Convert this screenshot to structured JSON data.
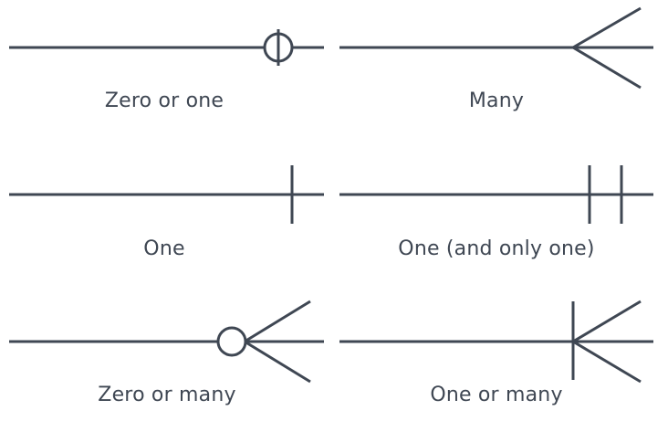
{
  "notations": [
    {
      "id": "zero-or-one",
      "label": "Zero or one"
    },
    {
      "id": "many",
      "label": "Many"
    },
    {
      "id": "one",
      "label": "One"
    },
    {
      "id": "one-and-only-one",
      "label": "One (and only one)"
    },
    {
      "id": "zero-or-many",
      "label": "Zero or many"
    },
    {
      "id": "one-or-many",
      "label": "One or many"
    }
  ],
  "colors": {
    "stroke": "#3f4753",
    "background": "#ffffff"
  }
}
